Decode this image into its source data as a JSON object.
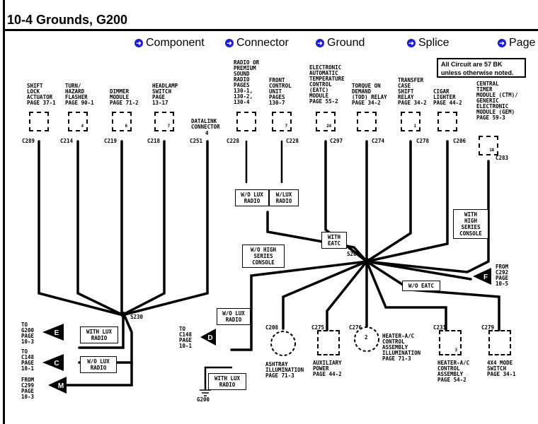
{
  "header": {
    "title": "10-4 Grounds, G200"
  },
  "nav": [
    {
      "label": "Component"
    },
    {
      "label": "Connector"
    },
    {
      "label": "Ground"
    },
    {
      "label": "Splice"
    },
    {
      "label": "Page"
    }
  ],
  "note": {
    "text": "All Circuit are 57 BK\nunless otherwise noted."
  },
  "components": [
    {
      "label": "SHIFT\nLOCK\nACTUATOR\nPAGE 37-1",
      "pin": "",
      "conn": "C289"
    },
    {
      "label": "TURN/\nHAZARD\nFLASHER\nPAGE 90-1",
      "pin": "4",
      "conn": "C214"
    },
    {
      "label": "DIMMER\nMODULE\nPAGE 71-2",
      "pin": "6",
      "conn": "C219"
    },
    {
      "label": "HEADLAMP\nSWITCH\nPAGE\n13-17",
      "pin": "7",
      "conn": "C218"
    },
    {
      "label": "DATALINK\nCONNECTOR",
      "pin": "4",
      "conn": "C251"
    },
    {
      "label": "RADIO OR\nPREMIUM\nSOUND\nRADIO\nPAGES\n130-1,\n130-2,\n130-4",
      "pin": "",
      "conn": "C228"
    },
    {
      "label": "FRONT\nCONTROL\nUNIT\nPAGES\n130-7",
      "pin": "7",
      "conn": "C228"
    },
    {
      "label": "ELECTRONIC\nAUTOMATIC\nTEMPERATURE\nCONTROL\n(EATC)\nMODULE\nPAGE 55-2",
      "pin": "24",
      "conn": "C297"
    },
    {
      "label": "TORQUE ON\nDEMAND\n(TOD) RELAY\nPAGE 34-2",
      "pin": "",
      "conn": "C274"
    },
    {
      "label": "TRANSFER\nCASE\nSHIFT\nRELAY\nPAGE 34-2",
      "pin": "1",
      "conn": "C278"
    },
    {
      "label": "CIGAR\nLIGHTER\nPAGE 44-2",
      "pin": "",
      "conn": "C206"
    },
    {
      "label": "CENTRAL\nTIMER\nMODULE (CTM)/\nGENERIC\nELECTRONIC\nMODULE (GEM)\nPAGE 59-3",
      "pin": "18",
      "conn": "C283"
    }
  ],
  "bottom_components": [
    {
      "label": "ASHTRAY\nILLUMINATION\nPAGE 71-3",
      "conn": "C208"
    },
    {
      "label": "AUXILIARY\nPOWER\nPAGE 44-2",
      "conn": "C275"
    },
    {
      "label": "HEATER-A/C\nCONTROL\nASSEMBLY\nILLUMINATION\nPAGE 71-3",
      "conn": "C276",
      "pin": "2"
    },
    {
      "label": "HEATER-A/C\nCONTROL\nASSEMBLY\nPAGE 54-2",
      "conn": "C231",
      "pin": "3"
    },
    {
      "label": "4X4 MODE\nSWITCH\nPAGE 34-1",
      "conn": "C279"
    }
  ],
  "options": {
    "wo_lux_radio_top": "W/O LUX\nRADIO",
    "w_lux_radio_top": "W/LUX\nRADIO",
    "with_eatc": "WITH\nEATC",
    "with_high_series": "WITH\nHIGH\nSERIES\nCONSOLE",
    "wo_high_series": "W/O HIGH\nSERIES\nCONSOLE",
    "wo_eatc": "W/O EATC",
    "with_lux_radio_left": "WITH LUX\nRADIO",
    "wo_lux_radio_left": "W/O LUX\nRADIO",
    "wo_lux_radio_mid": "W/O LUX\nRADIO",
    "with_lux_radio_mid": "WITH LUX\nRADIO"
  },
  "splices": {
    "s200": "S200",
    "s230": "S230"
  },
  "connectors_left": [
    {
      "letter": "E",
      "text": "TO\nG200\nPAGE\n10-3"
    },
    {
      "letter": "C",
      "text": "TO\nC148\nPAGE\n10-1"
    },
    {
      "letter": "M",
      "text": "FROM\nC299\nPAGE\n10-3"
    }
  ],
  "connector_mid": {
    "letter": "D",
    "text": "TO\nC148\nPAGE\n10-1"
  },
  "connector_right": {
    "letter": "F",
    "text": "FROM\nC292\nPAGE\n10-5"
  },
  "ground": {
    "label": "G200"
  }
}
